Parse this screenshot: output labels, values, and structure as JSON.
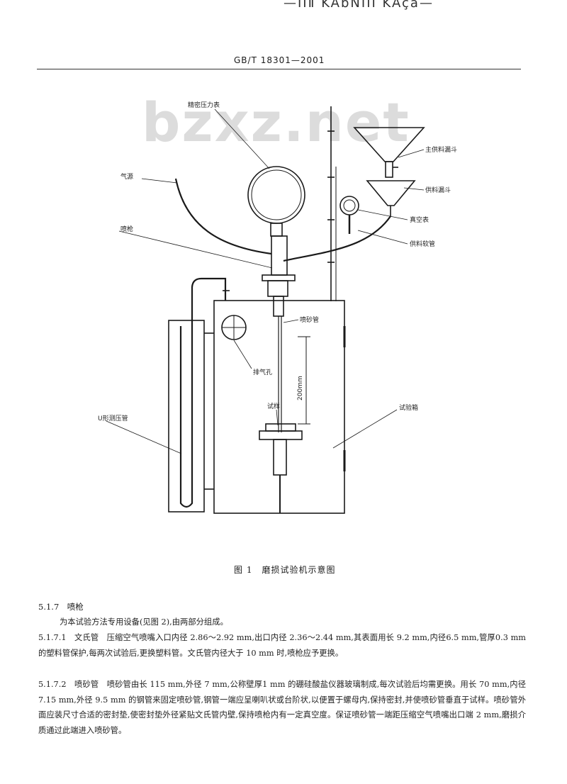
{
  "page": {
    "top_mark": "—ⅠⅠⅡ KAbNIIⅠ KAça—",
    "standard_no": "GB/T 18301—2001",
    "watermark": "bzxz.net"
  },
  "figure": {
    "labels": {
      "pressure_gauge": "精密压力表",
      "air_pipe": "气源",
      "main_hopper": "主供料漏斗",
      "secondary_hopper": "供料漏斗",
      "vacuum_gauge": "真空表",
      "feed_pipe": "供料软管",
      "spray_gun": "喷枪",
      "blast_tube": "喷砂管",
      "exhaust_hole": "排气孔",
      "distance": "200mm",
      "specimen": "试样",
      "test_box": "试验箱",
      "u_manometer": "U形测压管"
    },
    "caption": "图 1　磨损试验机示意图"
  },
  "text": {
    "section_title": "5.1.7　喷枪",
    "p1": "为本试验方法专用设备(见图 2),由两部分组成。",
    "p2": "5.1.7.1　文氏管　压缩空气喷嘴入口内径 2.86～2.92 mm,出口内径 2.36～2.44 mm,其表面用长 9.2 mm,内径6.5 mm,管厚0.3 mm的塑料管保护,每两次试验后,更换塑料管。文氏管内径大于 10 mm 时,喷枪应予更换。",
    "p3": "5.1.7.2　喷砂管　喷砂管由长 115 mm,外径 7 mm,公称壁厚1 mm 的硼硅酸盐仪器玻璃制成,每次试验后均需更换。用长 70 mm,内径 7.15 mm,外径 9.5 mm 的钢管来固定喷砂管,钢管一端应呈喇叭状或台阶状,以便置于螺母内,保持密封,并使喷砂管垂直于试样。喷砂管外面应装尺寸合适的密封垫,使密封垫外径紧贴文氏管内壁,保持喷枪内有一定真空度。保证喷砂管一端距压缩空气喷嘴出口端 2 mm,磨损介质通过此端进入喷砂管。"
  }
}
